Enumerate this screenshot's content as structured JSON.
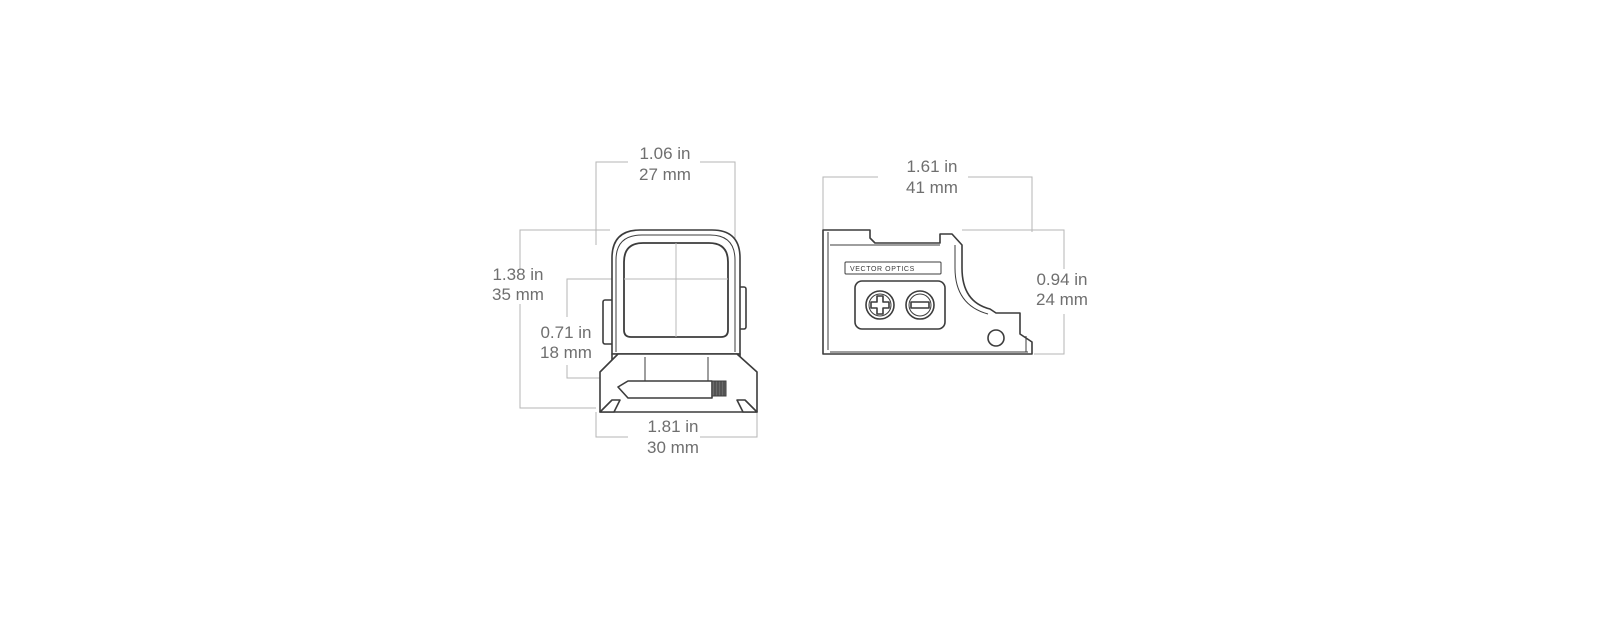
{
  "front_view": {
    "width_label": {
      "in": "1.06 in",
      "mm": "27 mm"
    },
    "height_label": {
      "in": "1.38 in",
      "mm": "35 mm"
    },
    "optical_axis_label": {
      "in": "0.71 in",
      "mm": "18 mm"
    },
    "base_width_label": {
      "in": "1.81 in",
      "mm": "30 mm"
    }
  },
  "side_view": {
    "length_label": {
      "in": "1.61 in",
      "mm": "41 mm"
    },
    "height_label": {
      "in": "0.94 in",
      "mm": "24 mm"
    },
    "brand_logo_text": "VECTOR OPTICS"
  },
  "colors": {
    "outline": "#3c3c3c",
    "dimension_line": "#b5b5b5",
    "dimension_text": "#6f6f6f"
  }
}
